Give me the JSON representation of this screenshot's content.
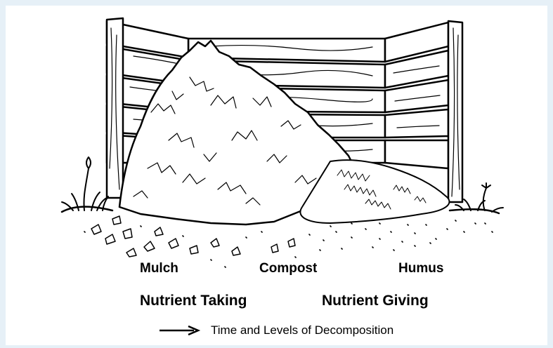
{
  "stages": {
    "mulch": "Mulch",
    "compost": "Compost",
    "humus": "Humus"
  },
  "phases": {
    "taking": "Nutrient Taking",
    "giving": "Nutrient Giving"
  },
  "caption": {
    "text": "Time and Levels of Decomposition",
    "icon": "arrow-right-icon"
  },
  "colors": {
    "background": "#e6f0f7",
    "ink": "#000000"
  }
}
